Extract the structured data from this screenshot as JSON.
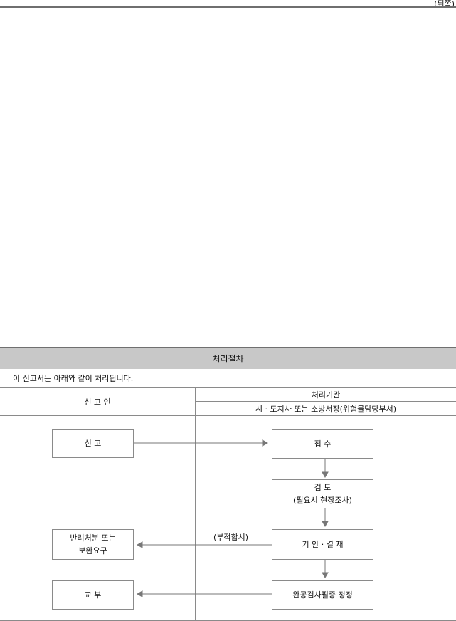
{
  "page_label": "(뒤쪽)",
  "section": {
    "title": "처리절차",
    "intro": "이 신고서는 아래와 같이 처리됩니다."
  },
  "columns": {
    "applicant": "신 고 인",
    "agency": "처리기관",
    "agency_detail": "시 · 도지사   또는 소방서장(위험물담당부서)"
  },
  "flow": {
    "report": "신 고",
    "receive": "접 수",
    "review": "검 토",
    "review_note": "(필요시 현장조사)",
    "decision": "기 안  ·  결 재",
    "reject_line1": "반려처분 또는",
    "reject_line2": "보완요구",
    "reject_condition": "(부적합시)",
    "issue": "교 부",
    "certificate": "완공검사필증 정정"
  }
}
